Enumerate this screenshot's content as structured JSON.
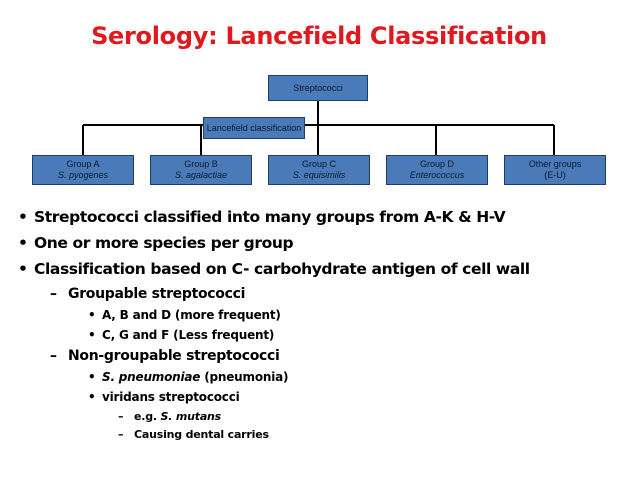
{
  "title": "Serology: Lancefield Classification",
  "diagram": {
    "root": "Streptococci",
    "classifier": "Lancefield classification",
    "groups": [
      {
        "name": "Group A",
        "species": "S. pyogenes"
      },
      {
        "name": "Group B",
        "species": "S. agalactiae"
      },
      {
        "name": "Group C",
        "species": "S. equisimilis"
      },
      {
        "name": "Group D",
        "species": "Enterococcus"
      },
      {
        "name": "Other groups",
        "species": "(E-U)"
      }
    ]
  },
  "bullets": {
    "b1": "Streptococci classified into many groups from A-K & H-V",
    "b2": "One or more species per group",
    "b3": "Classification based on C- carbohydrate antigen of cell wall",
    "groupable": "Groupable streptococci",
    "g1": "A, B and D (more frequent)",
    "g2": "C, G and F (Less frequent)",
    "nongroupable": "Non-groupable streptococci",
    "ng1_species": "S. pneumoniae",
    "ng1_rest": " (pneumonia)",
    "ng2": "viridans streptococci",
    "ex_prefix": "e.g. ",
    "ex_species": "S. mutans",
    "ex2": "Causing dental carries"
  },
  "colors": {
    "title": "#e0191e",
    "box_fill": "#4a7ab8",
    "box_border": "#1f3d66",
    "connector": "#000000"
  }
}
